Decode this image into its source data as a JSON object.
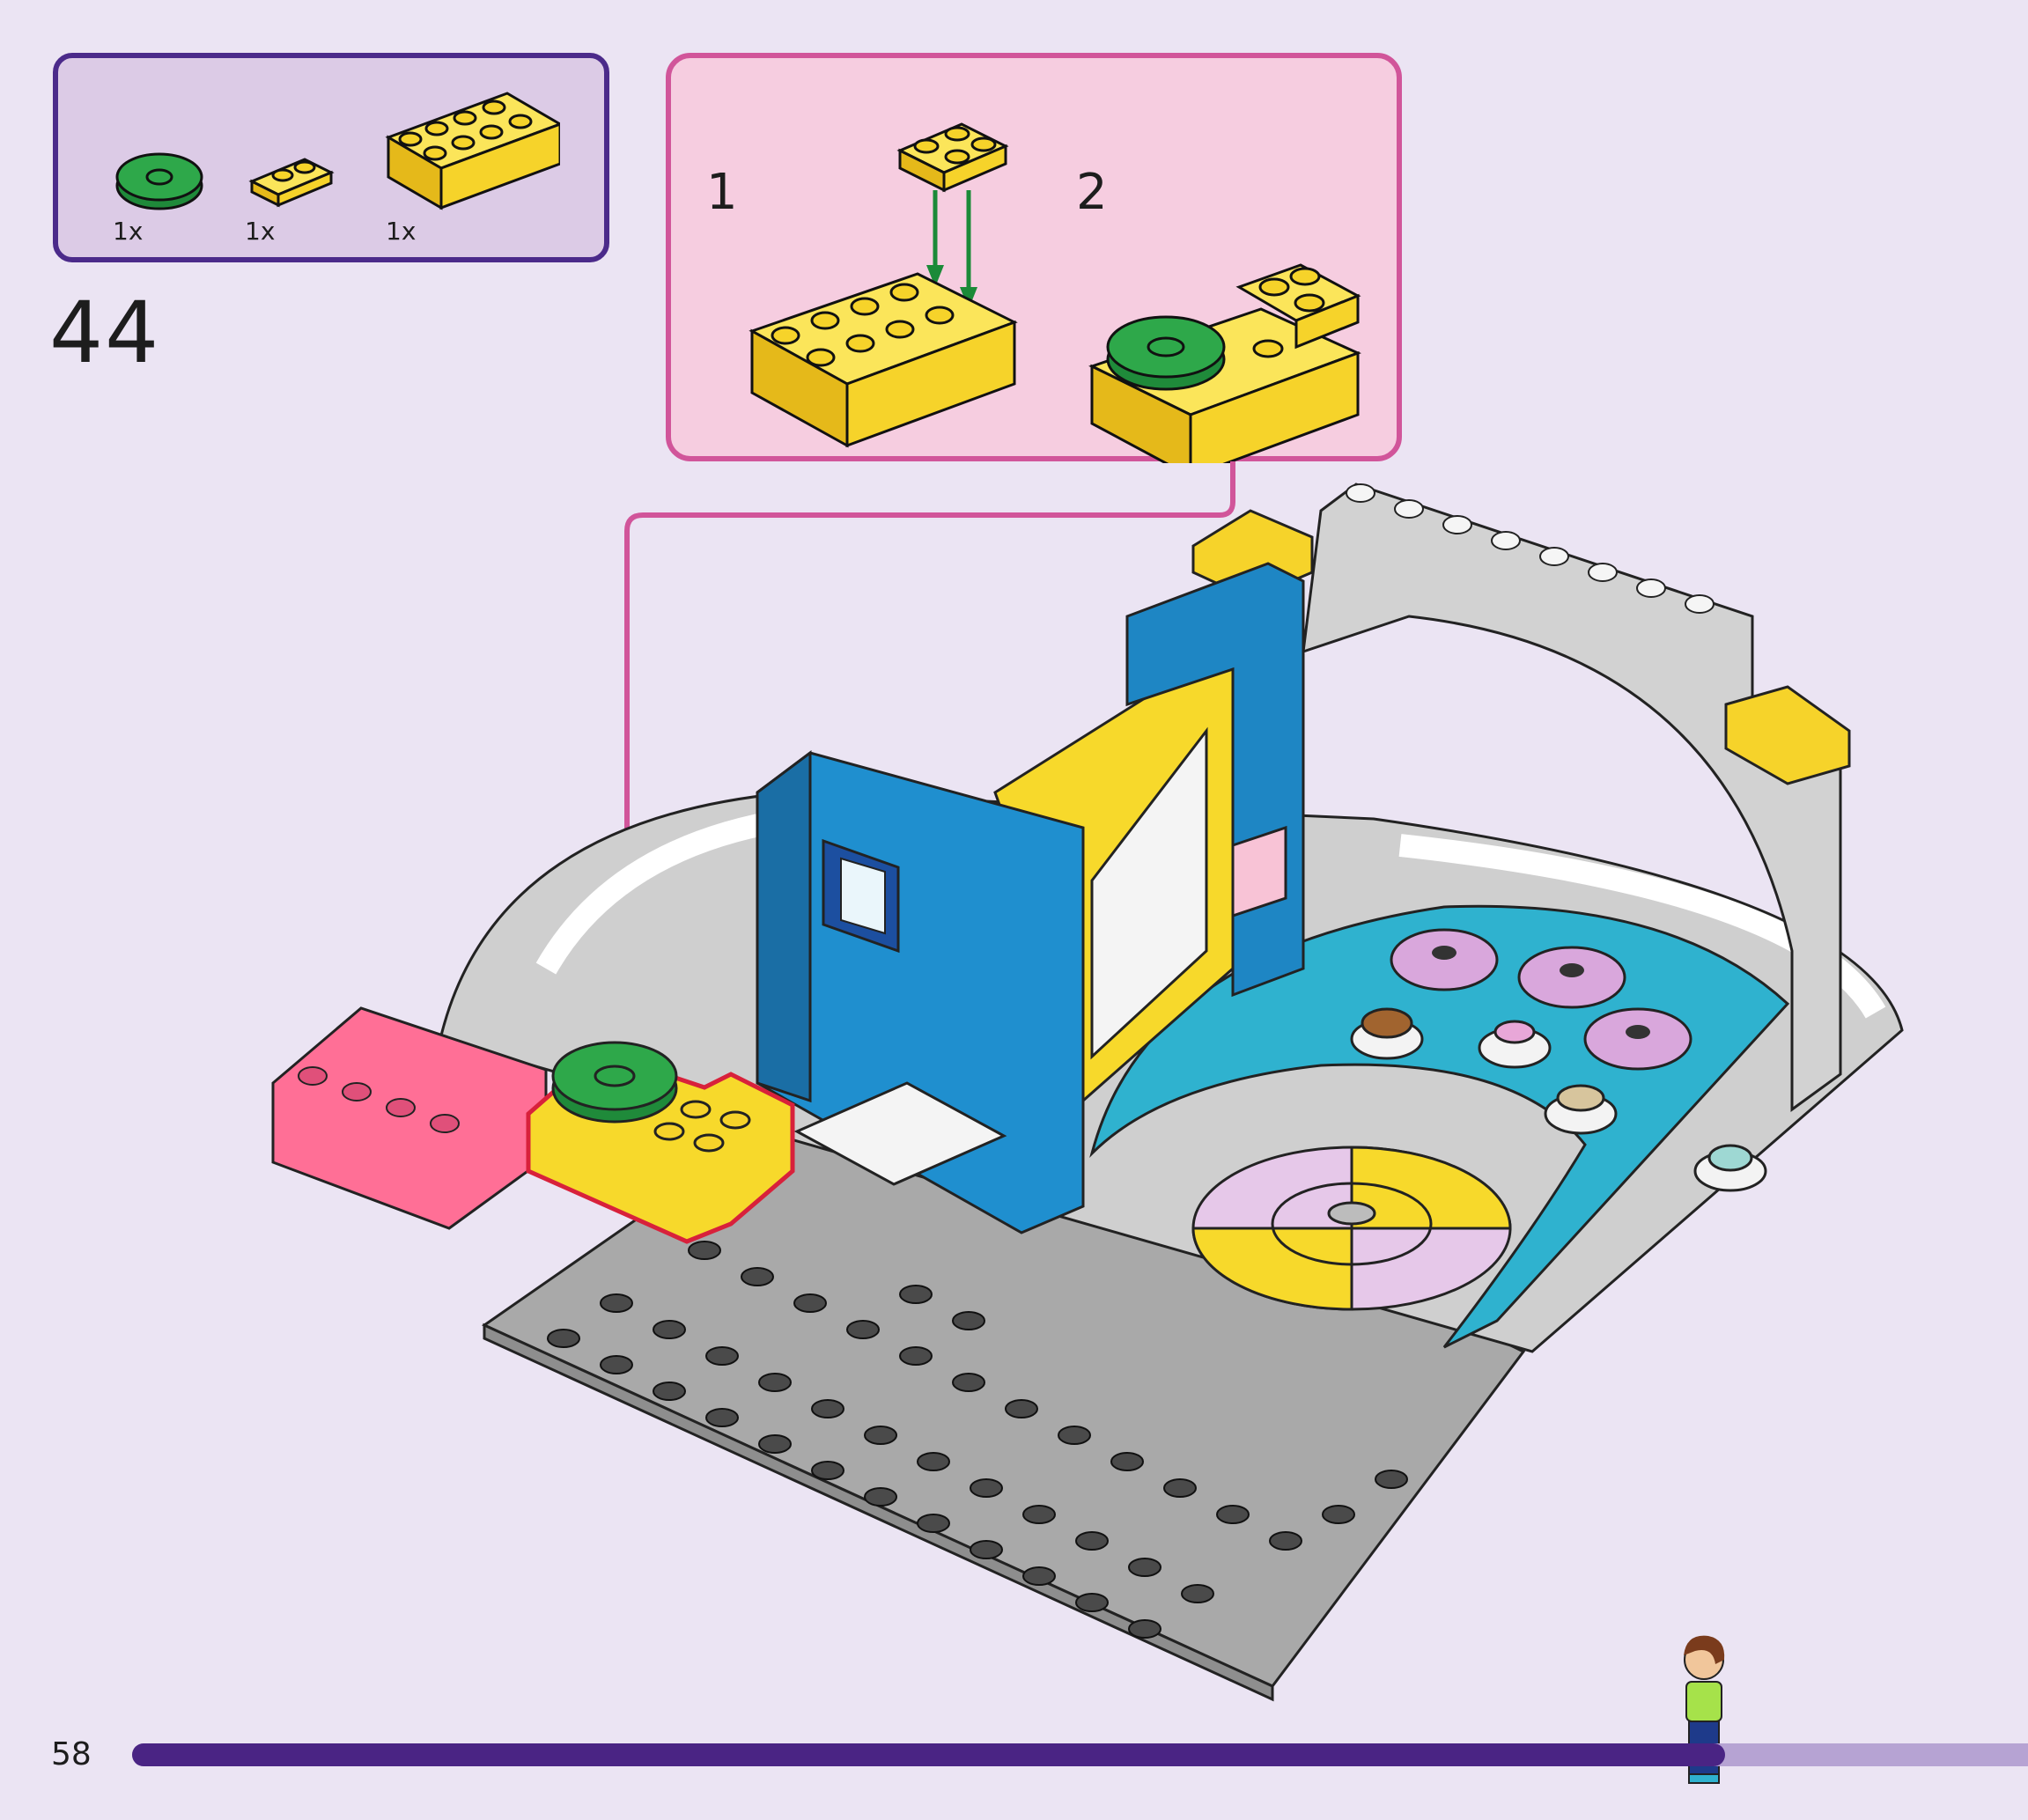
{
  "step": {
    "number": "44",
    "parts": [
      {
        "name": "green round tile",
        "quantity": "1x",
        "color": "#2ea84a"
      },
      {
        "name": "yellow 1x2 plate",
        "quantity": "1x",
        "color": "#f6d32a"
      },
      {
        "name": "yellow 2x4 brick",
        "quantity": "1x",
        "color": "#f6d32a"
      }
    ],
    "sub_steps": [
      "1",
      "2"
    ]
  },
  "page": {
    "number": "58",
    "progress": 0.84
  },
  "colors": {
    "background": "#ebe4f3",
    "parts_box": "#dccbe6",
    "parts_border": "#4b2a8a",
    "callout_fill": "#f6cde0",
    "callout_border": "#d1559a",
    "progress_fill": "#4a2484",
    "progress_track": "#b6a3d3",
    "highlight": "#d8213b"
  }
}
